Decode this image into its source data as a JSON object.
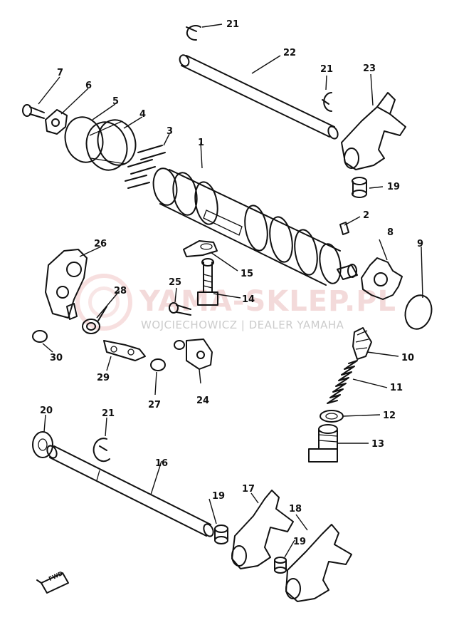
{
  "watermark": {
    "brand": "YAMA-SKLEP.PL",
    "dealer": "WOJCIECHOWICZ | DEALER YAMAHA"
  },
  "direction_mark": "FWD",
  "callouts": [
    {
      "id": "c1",
      "label": "1"
    },
    {
      "id": "c2",
      "label": "2"
    },
    {
      "id": "c3",
      "label": "3"
    },
    {
      "id": "c4",
      "label": "4"
    },
    {
      "id": "c5",
      "label": "5"
    },
    {
      "id": "c6",
      "label": "6"
    },
    {
      "id": "c7",
      "label": "7"
    },
    {
      "id": "c8",
      "label": "8"
    },
    {
      "id": "c9",
      "label": "9"
    },
    {
      "id": "c10",
      "label": "10"
    },
    {
      "id": "c11",
      "label": "11"
    },
    {
      "id": "c12",
      "label": "12"
    },
    {
      "id": "c13",
      "label": "13"
    },
    {
      "id": "c14",
      "label": "14"
    },
    {
      "id": "c15",
      "label": "15"
    },
    {
      "id": "c16",
      "label": "16"
    },
    {
      "id": "c17",
      "label": "17"
    },
    {
      "id": "c18",
      "label": "18"
    },
    {
      "id": "c19a",
      "label": "19"
    },
    {
      "id": "c19b",
      "label": "19"
    },
    {
      "id": "c19c",
      "label": "19"
    },
    {
      "id": "c20",
      "label": "20"
    },
    {
      "id": "c21a",
      "label": "21"
    },
    {
      "id": "c21b",
      "label": "21"
    },
    {
      "id": "c21c",
      "label": "21"
    },
    {
      "id": "c22",
      "label": "22"
    },
    {
      "id": "c23",
      "label": "23"
    },
    {
      "id": "c24",
      "label": "24"
    },
    {
      "id": "c25",
      "label": "25"
    },
    {
      "id": "c26",
      "label": "26"
    },
    {
      "id": "c27",
      "label": "27"
    },
    {
      "id": "c28",
      "label": "28"
    },
    {
      "id": "c29",
      "label": "29"
    },
    {
      "id": "c30",
      "label": "30"
    }
  ]
}
